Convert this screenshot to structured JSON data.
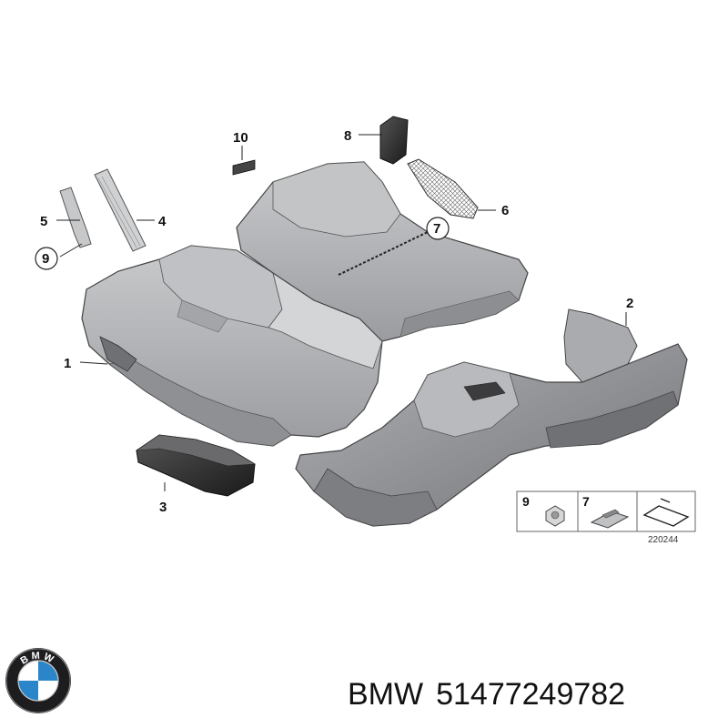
{
  "diagram": {
    "callouts": {
      "c1": "1",
      "c2": "2",
      "c3": "3",
      "c4": "4",
      "c5": "5",
      "c6": "6",
      "c7": "7",
      "c8": "8",
      "c9": "9",
      "c10": "10"
    },
    "legend": {
      "item1": "9",
      "item2": "7"
    },
    "reference": "220244"
  },
  "logo": {
    "text": "BMW"
  },
  "caption": {
    "brand": "BMW",
    "part_number": "51477249782"
  },
  "colors": {
    "part_fill": "#a9abae",
    "part_shade": "#7e8084",
    "part_light": "#c9cbcd",
    "line": "#333333"
  }
}
